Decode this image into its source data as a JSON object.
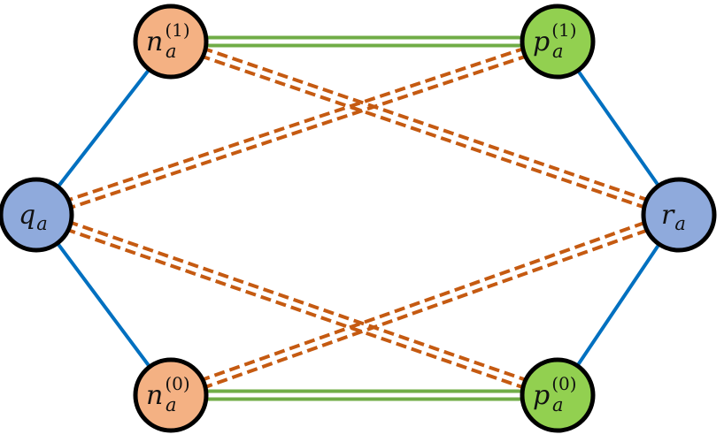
{
  "colors": {
    "blue_node": "#8faadc",
    "orange_node": "#f4b183",
    "green_node": "#92d050",
    "node_stroke": "#000000",
    "blue_edge": "#0070c0",
    "green_edge": "#70ad47",
    "orange_edge": "#c55a11"
  },
  "nodes": [
    {
      "id": "q_a",
      "base": "q",
      "sub": "a",
      "sup": "",
      "color": "blue_node"
    },
    {
      "id": "r_a",
      "base": "r",
      "sub": "a",
      "sup": "",
      "color": "blue_node"
    },
    {
      "id": "n_a_1",
      "base": "n",
      "sub": "a",
      "sup": "(1)",
      "color": "orange_node"
    },
    {
      "id": "p_a_1",
      "base": "p",
      "sub": "a",
      "sup": "(1)",
      "color": "green_node"
    },
    {
      "id": "n_a_0",
      "base": "n",
      "sub": "a",
      "sup": "(0)",
      "color": "orange_node"
    },
    {
      "id": "p_a_0",
      "base": "p",
      "sub": "a",
      "sup": "(0)",
      "color": "green_node"
    }
  ],
  "edges": [
    {
      "from": "q_a",
      "to": "n_a_1",
      "style": "solid",
      "color": "blue_edge"
    },
    {
      "from": "q_a",
      "to": "n_a_0",
      "style": "solid",
      "color": "blue_edge"
    },
    {
      "from": "r_a",
      "to": "p_a_1",
      "style": "solid",
      "color": "blue_edge"
    },
    {
      "from": "r_a",
      "to": "p_a_0",
      "style": "solid",
      "color": "blue_edge"
    },
    {
      "from": "n_a_1",
      "to": "p_a_1",
      "style": "double",
      "color": "green_edge"
    },
    {
      "from": "n_a_0",
      "to": "p_a_0",
      "style": "double",
      "color": "green_edge"
    },
    {
      "from": "n_a_1",
      "to": "r_a",
      "style": "double-dashed",
      "color": "orange_edge"
    },
    {
      "from": "p_a_1",
      "to": "q_a",
      "style": "double-dashed",
      "color": "orange_edge"
    },
    {
      "from": "q_a",
      "to": "p_a_0",
      "style": "double-dashed",
      "color": "orange_edge"
    },
    {
      "from": "n_a_0",
      "to": "r_a",
      "style": "double-dashed",
      "color": "orange_edge"
    }
  ]
}
